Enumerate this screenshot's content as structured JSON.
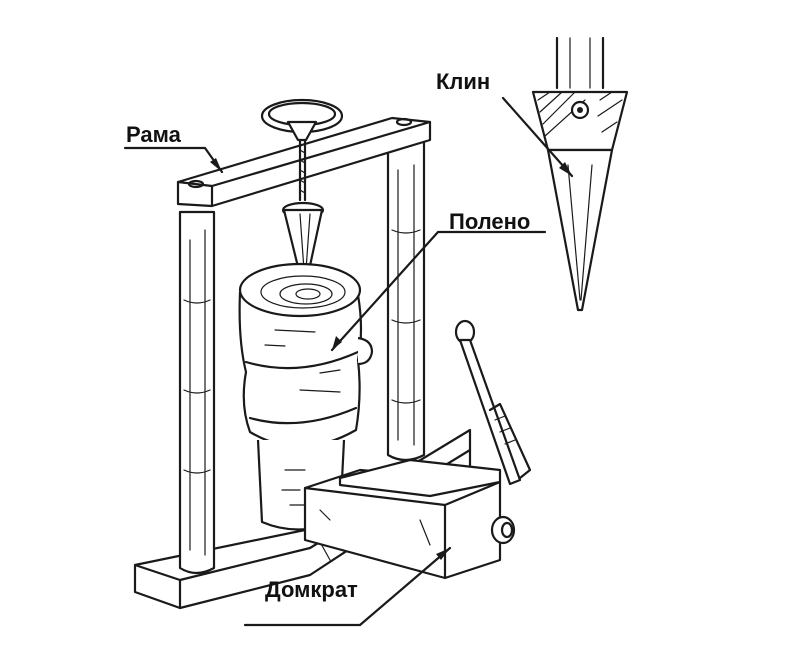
{
  "labels": {
    "frame": "Рама",
    "log": "Полено",
    "wedge": "Клин",
    "jack": "Домкрат"
  },
  "colors": {
    "ink": "#1a1a1a",
    "background": "#ffffff"
  }
}
